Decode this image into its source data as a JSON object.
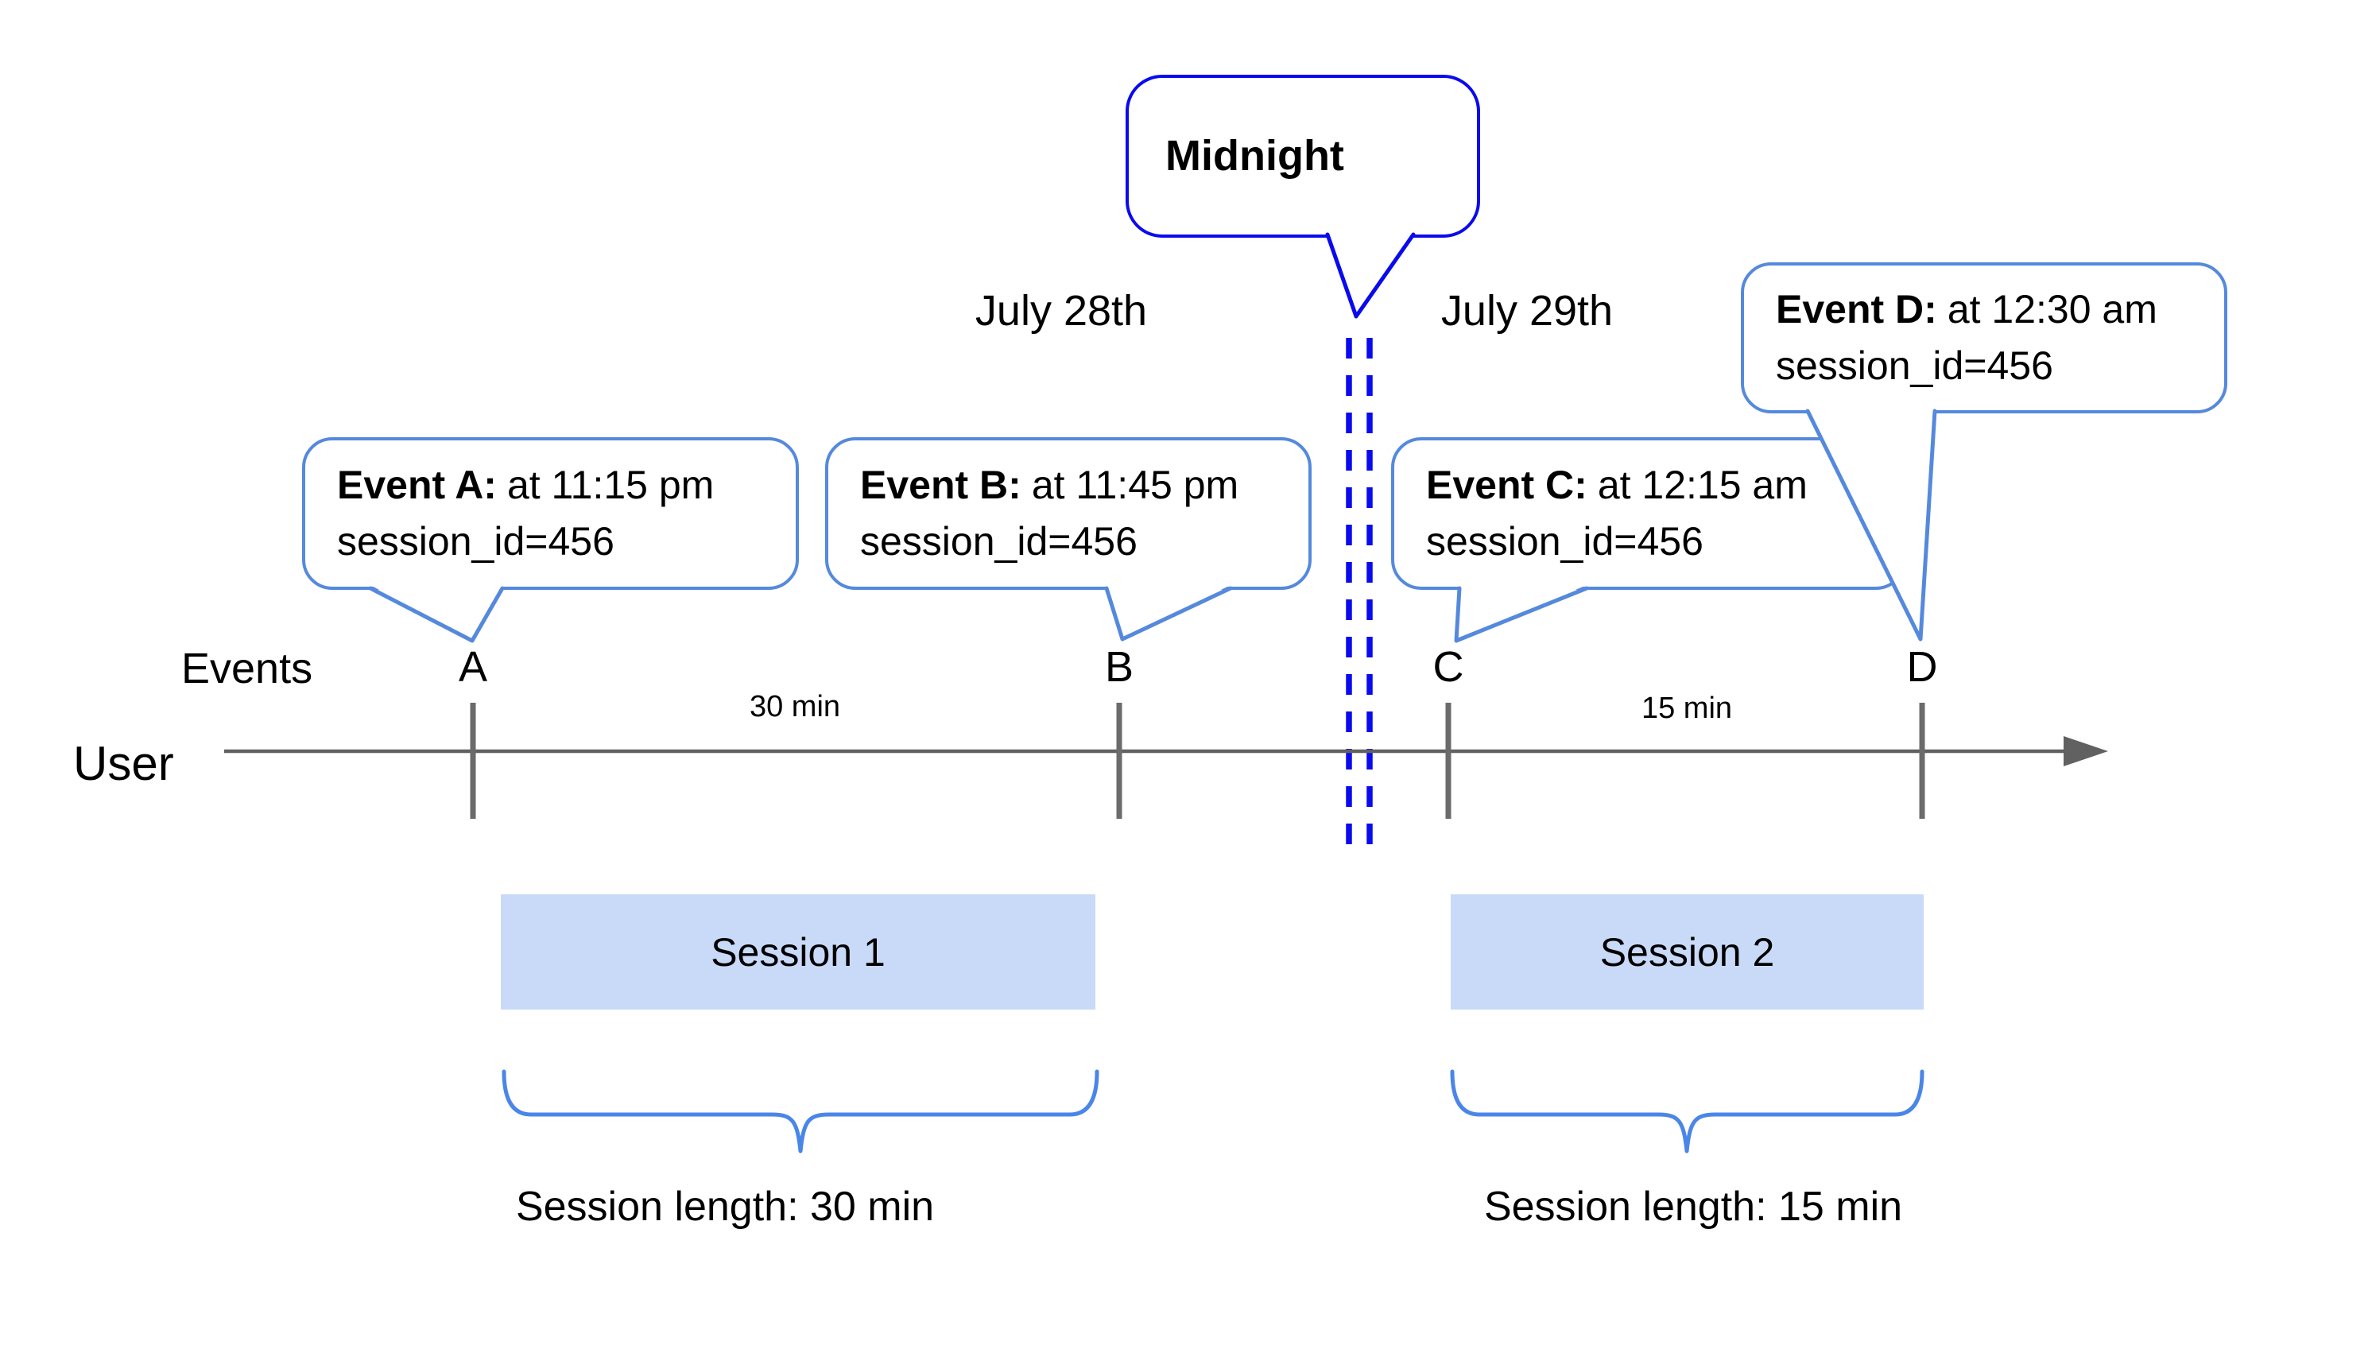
{
  "diagram": {
    "midnight_callout": {
      "label": "Midnight"
    },
    "date_labels": {
      "left": "July 28th",
      "right": "July 29th"
    },
    "axis": {
      "events_label": "Events",
      "user_label": "User"
    },
    "events": [
      {
        "label": "A",
        "callout_title": "Event A:",
        "callout_time": "at 11:15 pm",
        "callout_session": "session_id=456"
      },
      {
        "label": "B",
        "callout_title": "Event B:",
        "callout_time": "at 11:45 pm",
        "callout_session": "session_id=456"
      },
      {
        "label": "C",
        "callout_title": "Event C:",
        "callout_time": "at 12:15 am",
        "callout_session": "session_id=456"
      },
      {
        "label": "D",
        "callout_title": "Event D:",
        "callout_time": "at 12:30 am",
        "callout_session": "session_id=456"
      }
    ],
    "intervals": [
      {
        "label": "30 min"
      },
      {
        "label": "15 min"
      }
    ],
    "sessions": [
      {
        "name": "Session 1",
        "length_label": "Session length: 30 min"
      },
      {
        "name": "Session 2",
        "length_label": "Session length: 15 min"
      }
    ],
    "colors": {
      "midnight_blue": "#0a0aee",
      "callout_blue": "#5589dd",
      "brace_blue": "#4a86e8",
      "session_fill": "#c9daf8",
      "timeline_gray": "#616161"
    }
  }
}
